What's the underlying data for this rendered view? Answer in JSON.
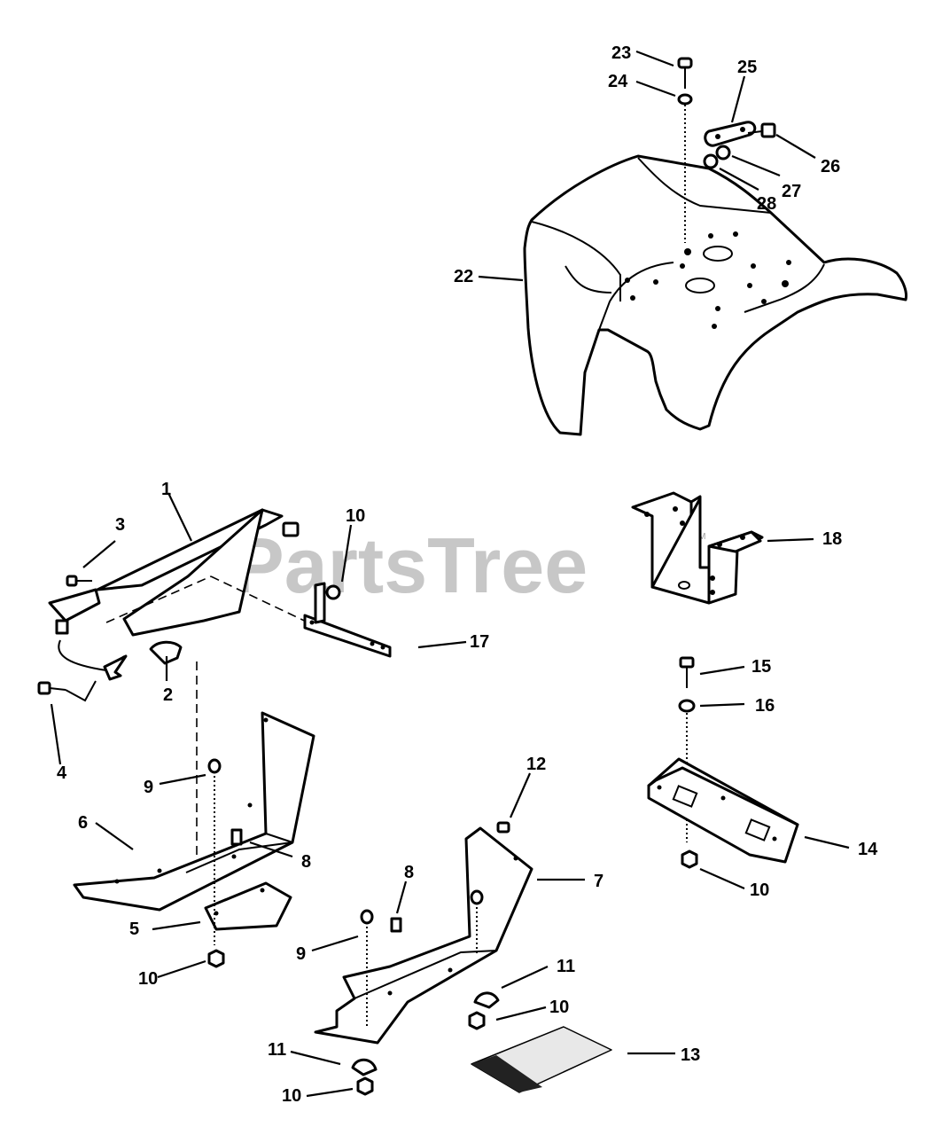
{
  "watermark": {
    "text": "PartsTree",
    "mark": "TM"
  },
  "callouts": [
    {
      "id": "c23",
      "label": "23"
    },
    {
      "id": "c24",
      "label": "24"
    },
    {
      "id": "c25",
      "label": "25"
    },
    {
      "id": "c26",
      "label": "26"
    },
    {
      "id": "c27",
      "label": "27"
    },
    {
      "id": "c28",
      "label": "28"
    },
    {
      "id": "c22",
      "label": "22"
    },
    {
      "id": "c1",
      "label": "1"
    },
    {
      "id": "c3",
      "label": "3"
    },
    {
      "id": "c10a",
      "label": "10"
    },
    {
      "id": "c18",
      "label": "18"
    },
    {
      "id": "c17",
      "label": "17"
    },
    {
      "id": "c2",
      "label": "2"
    },
    {
      "id": "c4",
      "label": "4"
    },
    {
      "id": "c15",
      "label": "15"
    },
    {
      "id": "c16",
      "label": "16"
    },
    {
      "id": "c9a",
      "label": "9"
    },
    {
      "id": "c6",
      "label": "6"
    },
    {
      "id": "c8a",
      "label": "8"
    },
    {
      "id": "c12",
      "label": "12"
    },
    {
      "id": "c8b",
      "label": "8"
    },
    {
      "id": "c7",
      "label": "7"
    },
    {
      "id": "c14",
      "label": "14"
    },
    {
      "id": "c10b",
      "label": "10"
    },
    {
      "id": "c5",
      "label": "5"
    },
    {
      "id": "c9b",
      "label": "9"
    },
    {
      "id": "c11a",
      "label": "11"
    },
    {
      "id": "c10c",
      "label": "10"
    },
    {
      "id": "c10d",
      "label": "10"
    },
    {
      "id": "c13",
      "label": "13"
    },
    {
      "id": "c11b",
      "label": "11"
    },
    {
      "id": "c10e",
      "label": "10"
    }
  ]
}
